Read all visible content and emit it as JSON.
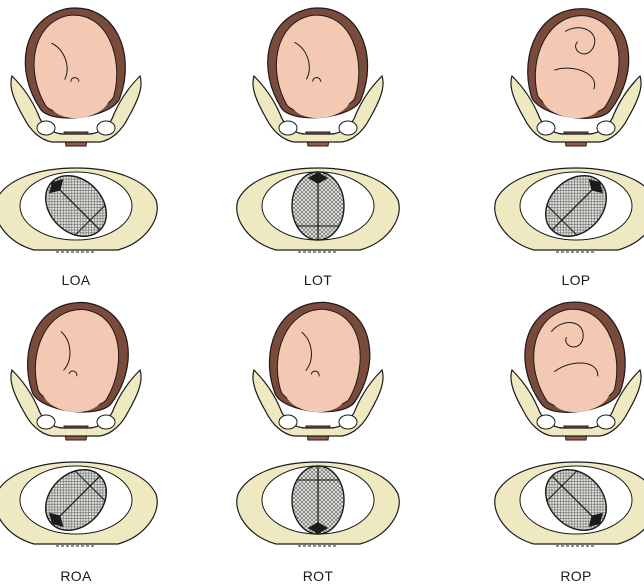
{
  "colors": {
    "uterus": "#7a4a3a",
    "fetus": "#f3c9b4",
    "bone": "#efe9c2",
    "head": "#cfcfc9",
    "cervix": "#9a5a48",
    "outline": "#1b1b1b"
  },
  "icons": [
    "uterus-fetus-icon",
    "pelvis-icon",
    "fetal-head-icon"
  ],
  "positions": [
    {
      "label": "LOA",
      "uterus_tilt": -8,
      "fetus_view": "back",
      "head_rotation": 45,
      "fontanelle": "lower-left"
    },
    {
      "label": "LOT",
      "uterus_tilt": -6,
      "fetus_view": "side",
      "head_rotation": 90,
      "fontanelle": "left"
    },
    {
      "label": "LOP",
      "uterus_tilt": 10,
      "fetus_view": "front",
      "head_rotation": 135,
      "fontanelle": "upper-left"
    },
    {
      "label": "ROA",
      "uterus_tilt": 8,
      "fetus_view": "back",
      "head_rotation": -45,
      "fontanelle": "lower-right"
    },
    {
      "label": "ROT",
      "uterus_tilt": 6,
      "fetus_view": "side",
      "head_rotation": -90,
      "fontanelle": "right"
    },
    {
      "label": "ROP",
      "uterus_tilt": -10,
      "fetus_view": "front",
      "head_rotation": -135,
      "fontanelle": "upper-right"
    }
  ]
}
